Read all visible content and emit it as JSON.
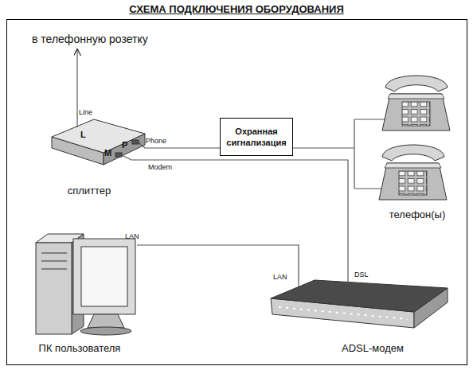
{
  "diagram": {
    "title": "СХЕМА ПОДКЛЮЧЕНИЯ ОБОРУДОВАНИЯ",
    "nodes": [
      {
        "text": [
          "в телефонную розетку"
        ]
      },
      {
        "text": [
          "сплиттер"
        ]
      },
      {
        "text": [
          "Охранная сигнализация"
        ]
      },
      {
        "text": [
          "телефон(ы)"
        ]
      },
      {
        "text": [
          "ПК пользователя"
        ]
      },
      {
        "text": [
          "ADSL-модем"
        ]
      }
    ],
    "edges": [
      {
        "from": 1,
        "to": 0,
        "arrow": "to"
      },
      {
        "from": 1,
        "to": 2,
        "arrow": "none"
      },
      {
        "from": 2,
        "to": 3,
        "arrow": "none"
      },
      {
        "from": 1,
        "to": 5,
        "arrow": "none"
      },
      {
        "from": 4,
        "to": 5,
        "arrow": "none"
      }
    ],
    "labels": [
      "Line",
      "L",
      "M",
      "P",
      "Phone",
      "Modem",
      "LAN",
      "LAN",
      "DSL"
    ]
  }
}
